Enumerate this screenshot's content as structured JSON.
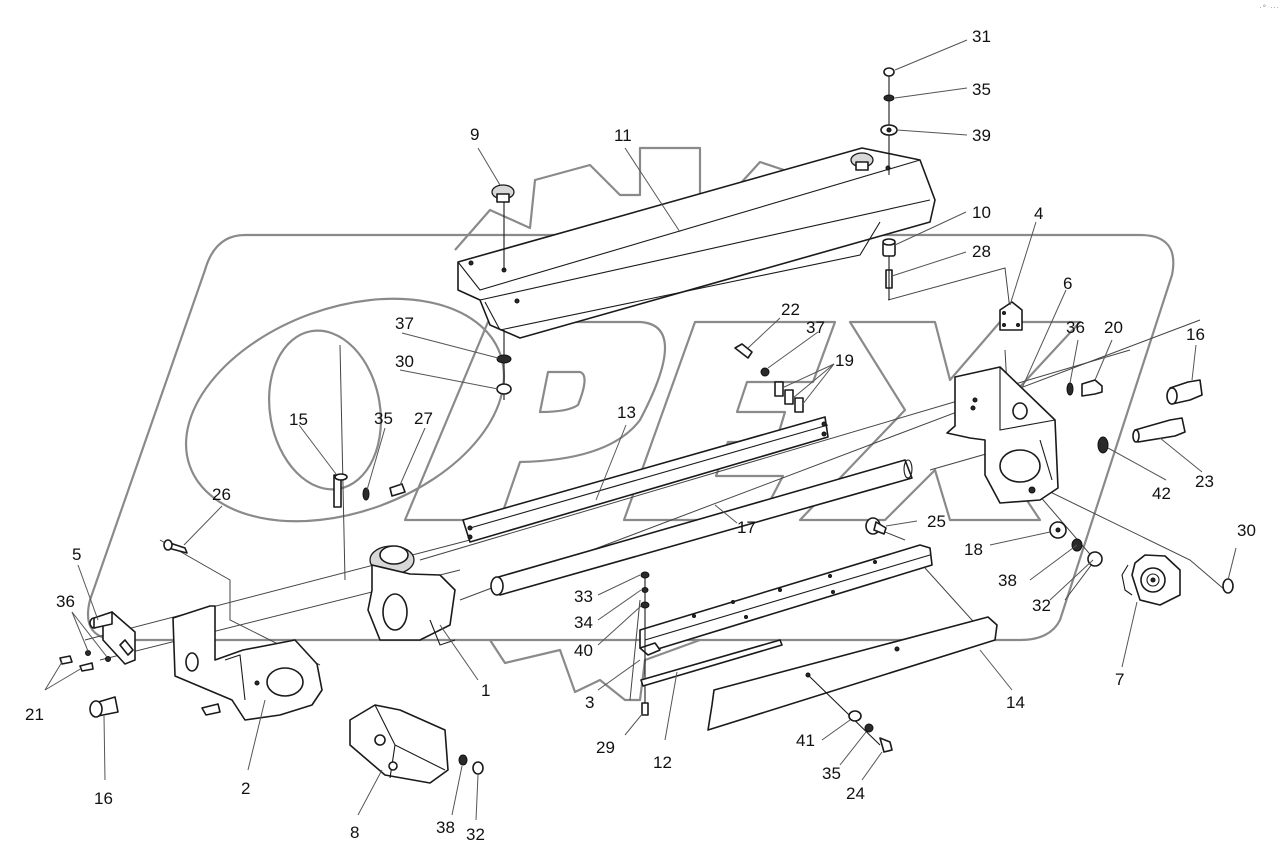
{
  "diagram": {
    "title": "Exploded parts view",
    "watermark_text": "OPEX",
    "corner_mark": "·° ···",
    "colors": {
      "line": "#1a1a1a",
      "watermark": "#8a8a8a",
      "leader": "#555555",
      "background": "#ffffff"
    },
    "callouts": [
      {
        "id": "c31",
        "label": "31",
        "part": "nut"
      },
      {
        "id": "c35a",
        "label": "35",
        "part": "lock-washer"
      },
      {
        "id": "c39",
        "label": "39",
        "part": "flat-washer"
      },
      {
        "id": "c9",
        "label": "9",
        "part": "knob"
      },
      {
        "id": "c11",
        "label": "11",
        "part": "cover"
      },
      {
        "id": "c10",
        "label": "10",
        "part": "spacer"
      },
      {
        "id": "c28",
        "label": "28",
        "part": "bolt"
      },
      {
        "id": "c4",
        "label": "4",
        "part": "hinge-bracket"
      },
      {
        "id": "c6",
        "label": "6",
        "part": "right-bracket"
      },
      {
        "id": "c36a",
        "label": "36",
        "part": "spring-washer"
      },
      {
        "id": "c20",
        "label": "20",
        "part": "bolt"
      },
      {
        "id": "c16a",
        "label": "16",
        "part": "shoulder-bolt"
      },
      {
        "id": "c22",
        "label": "22",
        "part": "bolt"
      },
      {
        "id": "c37a",
        "label": "37",
        "part": "washer"
      },
      {
        "id": "c19",
        "label": "19",
        "part": "clip-plates"
      },
      {
        "id": "c37b",
        "label": "37",
        "part": "washer"
      },
      {
        "id": "c30a",
        "label": "30",
        "part": "nut"
      },
      {
        "id": "c13",
        "label": "13",
        "part": "channel-bar"
      },
      {
        "id": "c15",
        "label": "15",
        "part": "small-bracket"
      },
      {
        "id": "c35b",
        "label": "35",
        "part": "lock-washer"
      },
      {
        "id": "c27",
        "label": "27",
        "part": "bolt"
      },
      {
        "id": "c23",
        "label": "23",
        "part": "long-bolt"
      },
      {
        "id": "c42",
        "label": "42",
        "part": "washer"
      },
      {
        "id": "c26",
        "label": "26",
        "part": "bolt"
      },
      {
        "id": "c17",
        "label": "17",
        "part": "shaft-tube"
      },
      {
        "id": "c25",
        "label": "25",
        "part": "flange-bolt"
      },
      {
        "id": "c18",
        "label": "18",
        "part": "washer"
      },
      {
        "id": "c30b",
        "label": "30",
        "part": "nut"
      },
      {
        "id": "c5",
        "label": "5",
        "part": "plate"
      },
      {
        "id": "c36b",
        "label": "36",
        "part": "washers"
      },
      {
        "id": "c33",
        "label": "33",
        "part": "nut"
      },
      {
        "id": "c38a",
        "label": "38",
        "part": "washer"
      },
      {
        "id": "c34",
        "label": "34",
        "part": "lock-washer"
      },
      {
        "id": "c32a",
        "label": "32",
        "part": "nut"
      },
      {
        "id": "c40",
        "label": "40",
        "part": "washer"
      },
      {
        "id": "c21",
        "label": "21",
        "part": "screws"
      },
      {
        "id": "c1",
        "label": "1",
        "part": "gearbox"
      },
      {
        "id": "c7",
        "label": "7",
        "part": "sprocket-bearing"
      },
      {
        "id": "c3",
        "label": "3",
        "part": "rail"
      },
      {
        "id": "c14",
        "label": "14",
        "part": "deflector-plate"
      },
      {
        "id": "c2",
        "label": "2",
        "part": "left-bracket"
      },
      {
        "id": "c29",
        "label": "29",
        "part": "bolt"
      },
      {
        "id": "c12",
        "label": "12",
        "part": "strip"
      },
      {
        "id": "c41",
        "label": "41",
        "part": "washer"
      },
      {
        "id": "c16b",
        "label": "16",
        "part": "shoulder-bolt"
      },
      {
        "id": "c35c",
        "label": "35",
        "part": "lock-washer"
      },
      {
        "id": "c24",
        "label": "24",
        "part": "bolt"
      },
      {
        "id": "c8",
        "label": "8",
        "part": "motor"
      },
      {
        "id": "c38b",
        "label": "38",
        "part": "washer"
      },
      {
        "id": "c32b",
        "label": "32",
        "part": "nut"
      }
    ]
  }
}
